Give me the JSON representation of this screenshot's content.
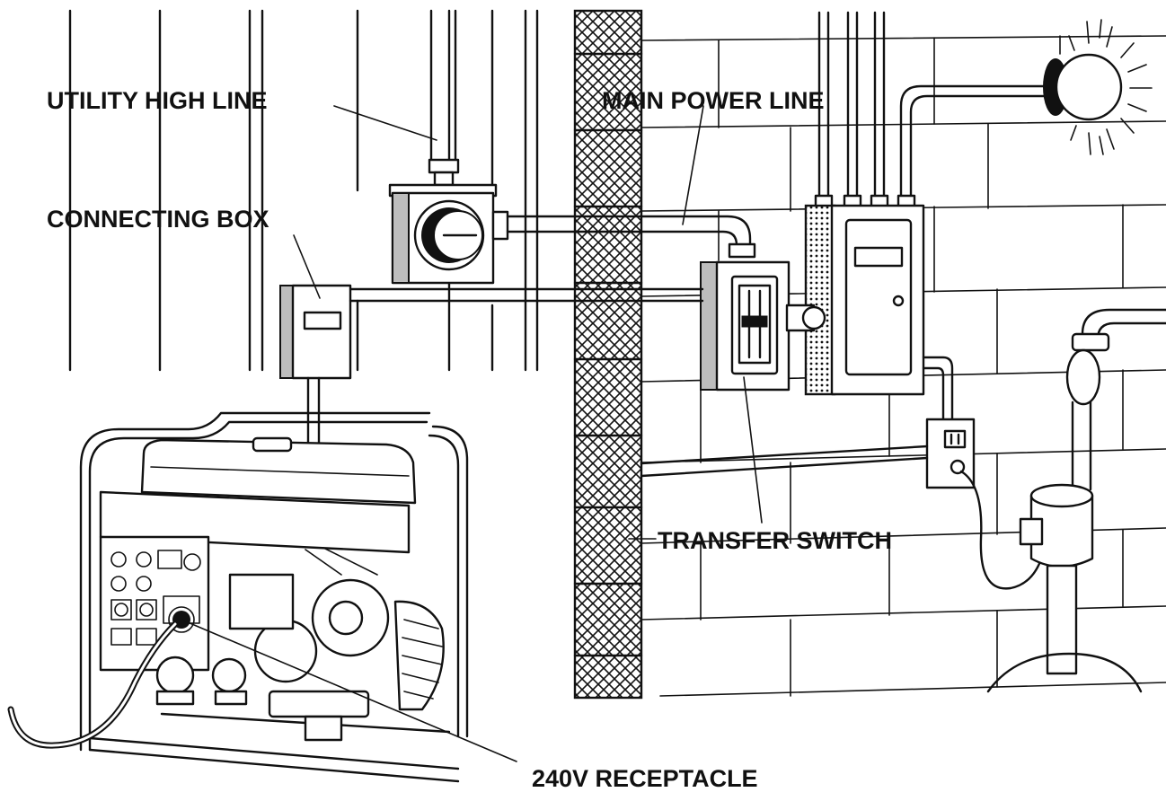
{
  "labels": {
    "utility_high_line": "UTILITY HIGH LINE",
    "main_power_line": "MAIN POWER LINE",
    "connecting_box": "CONNECTING BOX",
    "transfer_switch": "TRANSFER SWITCH",
    "receptacle_240v": "240V RECEPTACLE"
  },
  "colors": {
    "ink": "#111111",
    "paper": "#ffffff",
    "shade": "#bdbdbd"
  }
}
